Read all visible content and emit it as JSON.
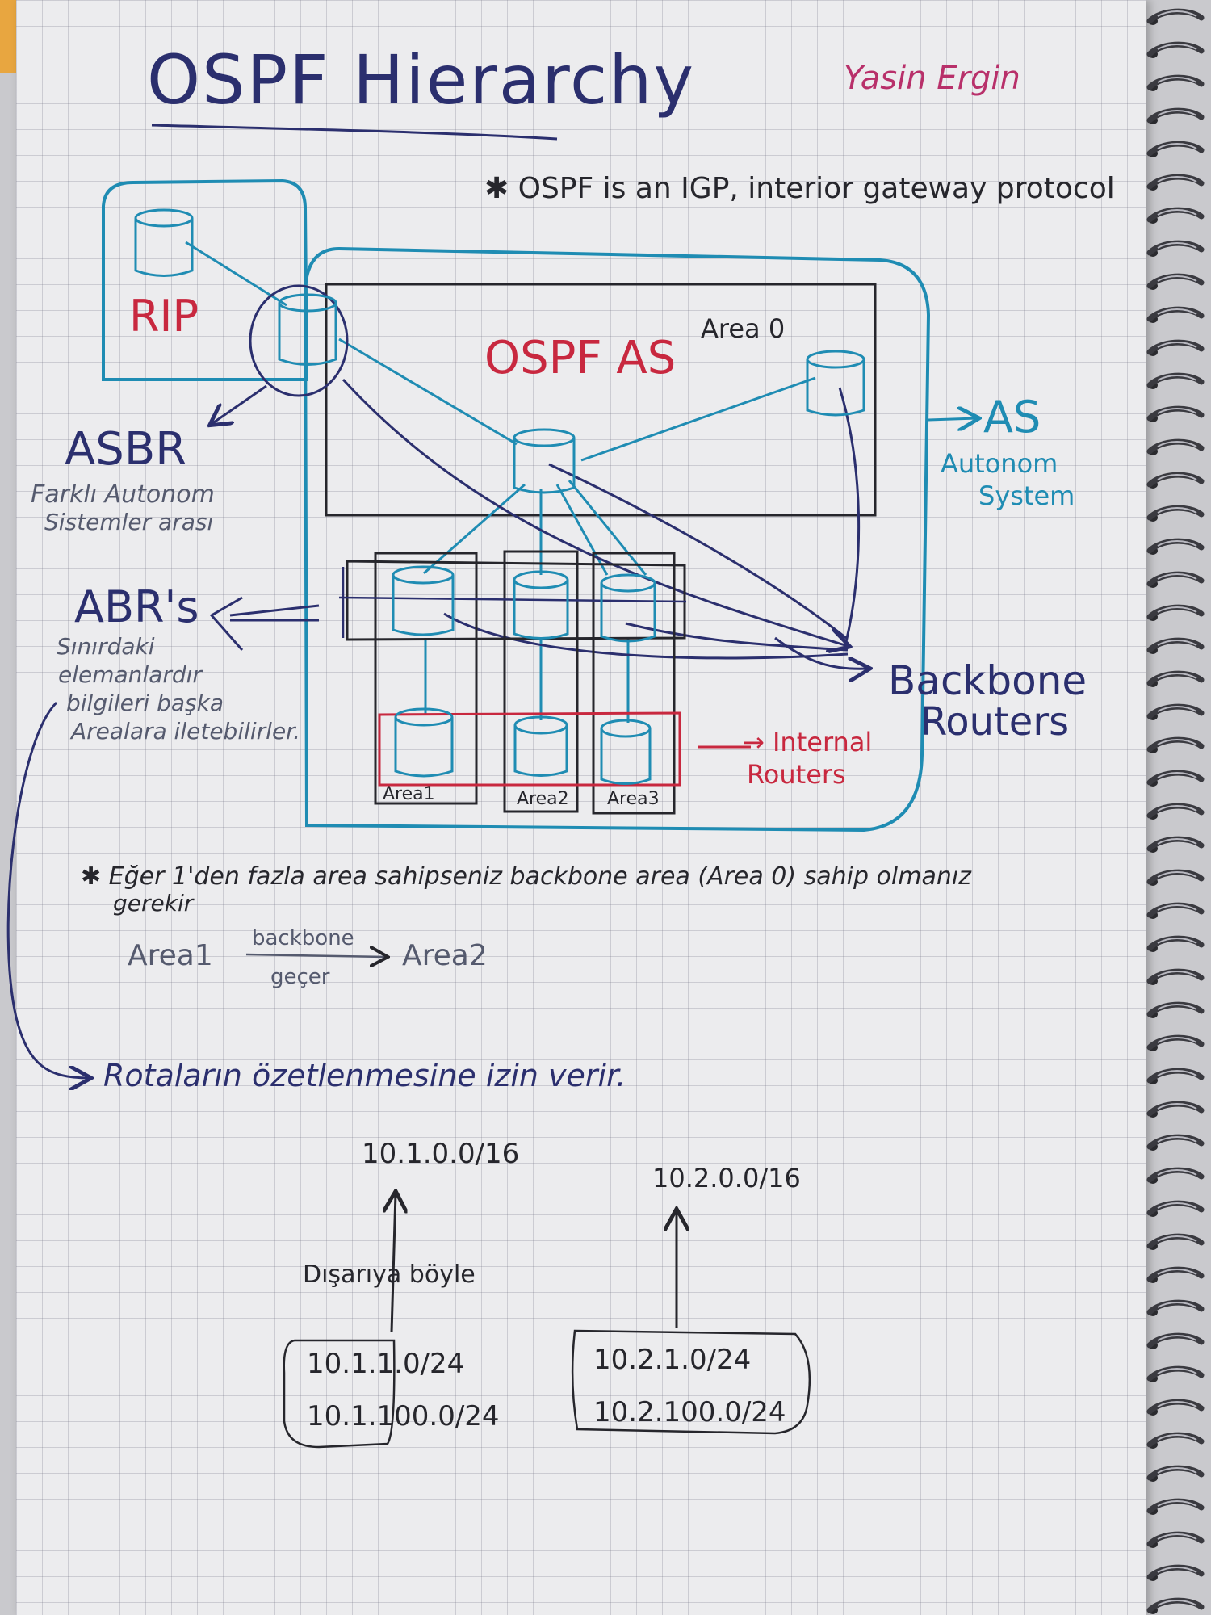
{
  "title": "OSPF Hierarchy",
  "signature": "Yasin Ergin",
  "note_igp": "✱ OSPF is an IGP, interior gateway protocol",
  "labels": {
    "rip": "RIP",
    "ospf_as": "OSPF AS",
    "area0": "Area 0",
    "as": "AS",
    "as_desc_1": "Autonom",
    "as_desc_2": "System",
    "asbr": "ASBR",
    "asbr_desc_1": "Farklı Autonom",
    "asbr_desc_2": "Sistemler arası",
    "abrs": "ABR's",
    "abr_desc_1": "Sınırdaki",
    "abr_desc_2": "elemanlardır",
    "abr_desc_3": "bilgileri başka",
    "abr_desc_4": "Arealara iletebilirler.",
    "backbone_1": "Backbone",
    "backbone_2": "Routers",
    "internal_1": "→ Internal",
    "internal_2": "Routers",
    "area1_box": "Area1",
    "area2_box": "Area2",
    "area3_box": "Area3"
  },
  "notes": {
    "multi_area_1": "✱ Eğer 1'den fazla area sahipseniz backbone area (Area 0) sahip olmanız",
    "multi_area_2": "gerekir",
    "flow_from": "Area1",
    "flow_top": "backbone",
    "flow_bottom": "geçer",
    "flow_to": "Area2",
    "summarize": "Rotaların özetlenmesine izin verir.",
    "summary_left": "10.1.0.0/16",
    "summary_right": "10.2.0.0/16",
    "arrow_label": "Dışarıya böyle",
    "left_routes": [
      "10.1.1.0/24",
      "10.1.100.0/24"
    ],
    "right_routes": [
      "10.2.1.0/24",
      "10.2.100.0/24"
    ]
  },
  "colors": {
    "dark_ink": "#2b2f6e",
    "blue_ink": "#1f8cb3",
    "red_ink": "#c8283f",
    "black_ink": "#26262c"
  }
}
